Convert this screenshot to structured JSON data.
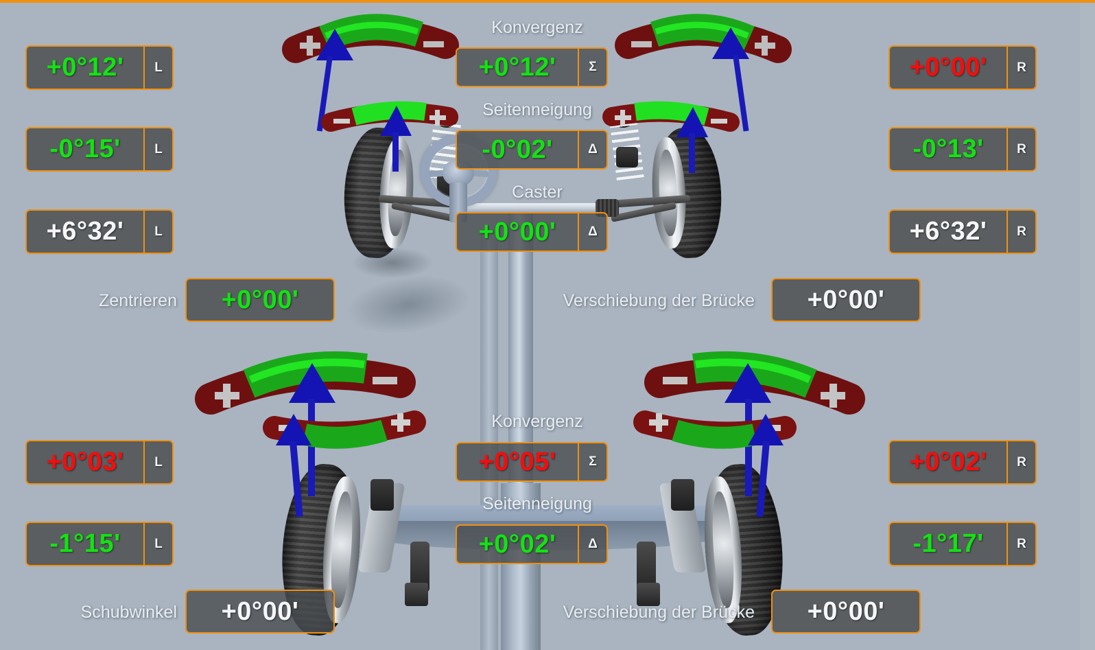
{
  "theme": {
    "background": "#a9b4c0",
    "accent_border": "#f09010",
    "box_fill": "#5a5e60",
    "good_color": "#12e312",
    "bad_color": "#fa0b0b",
    "neutral_color": "#f4f6f8",
    "gauge_good": "#16a216",
    "gauge_good_light": "#17e017",
    "gauge_bad": "#8b1111",
    "pointer": "#1414b4"
  },
  "front_axle": {
    "toe_label": "Konvergenz",
    "camber_label": "Seitenneigung",
    "caster_label": "Caster",
    "left": {
      "side_tag": "L",
      "toe": {
        "value": "+0°12'",
        "state": "good"
      },
      "camber": {
        "value": "-0°15'",
        "state": "good"
      },
      "caster": {
        "value": "+6°32'",
        "state": "neutral"
      }
    },
    "right": {
      "side_tag": "R",
      "toe": {
        "value": "+0°00'",
        "state": "bad"
      },
      "camber": {
        "value": "-0°13'",
        "state": "good"
      },
      "caster": {
        "value": "+6°32'",
        "state": "neutral"
      }
    },
    "total": {
      "toe": {
        "value": "+0°12'",
        "state": "good",
        "tag": "Σ"
      },
      "camber": {
        "value": "-0°02'",
        "state": "good",
        "tag": "Δ"
      },
      "caster": {
        "value": "+0°00'",
        "state": "good",
        "tag": "Δ"
      }
    },
    "centering": {
      "label": "Zentrieren",
      "value": "+0°00'",
      "state": "good"
    },
    "bridge_offset": {
      "label": "Verschiebung der Brücke",
      "value": "+0°00'",
      "state": "neutral"
    }
  },
  "rear_axle": {
    "toe_label": "Konvergenz",
    "camber_label": "Seitenneigung",
    "left": {
      "side_tag": "L",
      "toe": {
        "value": "+0°03'",
        "state": "bad"
      },
      "camber": {
        "value": "-1°15'",
        "state": "good"
      }
    },
    "right": {
      "side_tag": "R",
      "toe": {
        "value": "+0°02'",
        "state": "bad"
      },
      "camber": {
        "value": "-1°17'",
        "state": "good"
      }
    },
    "total": {
      "toe": {
        "value": "+0°05'",
        "state": "bad",
        "tag": "Σ"
      },
      "camber": {
        "value": "+0°02'",
        "state": "good",
        "tag": "Δ"
      }
    },
    "thrust_angle": {
      "label": "Schubwinkel",
      "value": "+0°00'",
      "state": "neutral"
    },
    "bridge_offset": {
      "label": "Verschiebung der Brücke",
      "value": "+0°00'",
      "state": "neutral"
    }
  },
  "gauges": {
    "plus_glyph": "+",
    "minus_glyph": "−",
    "front_left_toe": {
      "pointer_pct": 30
    },
    "front_left_camber": {
      "pointer_pct": 46
    },
    "front_right_toe": {
      "pointer_pct": 70
    },
    "front_right_camber": {
      "pointer_pct": 55
    },
    "rear_left_toe": {
      "pointer_pct": 50
    },
    "rear_left_camber": {
      "pointer_pct": 28
    },
    "rear_right_toe": {
      "pointer_pct": 50
    },
    "rear_right_camber": {
      "pointer_pct": 72
    }
  }
}
